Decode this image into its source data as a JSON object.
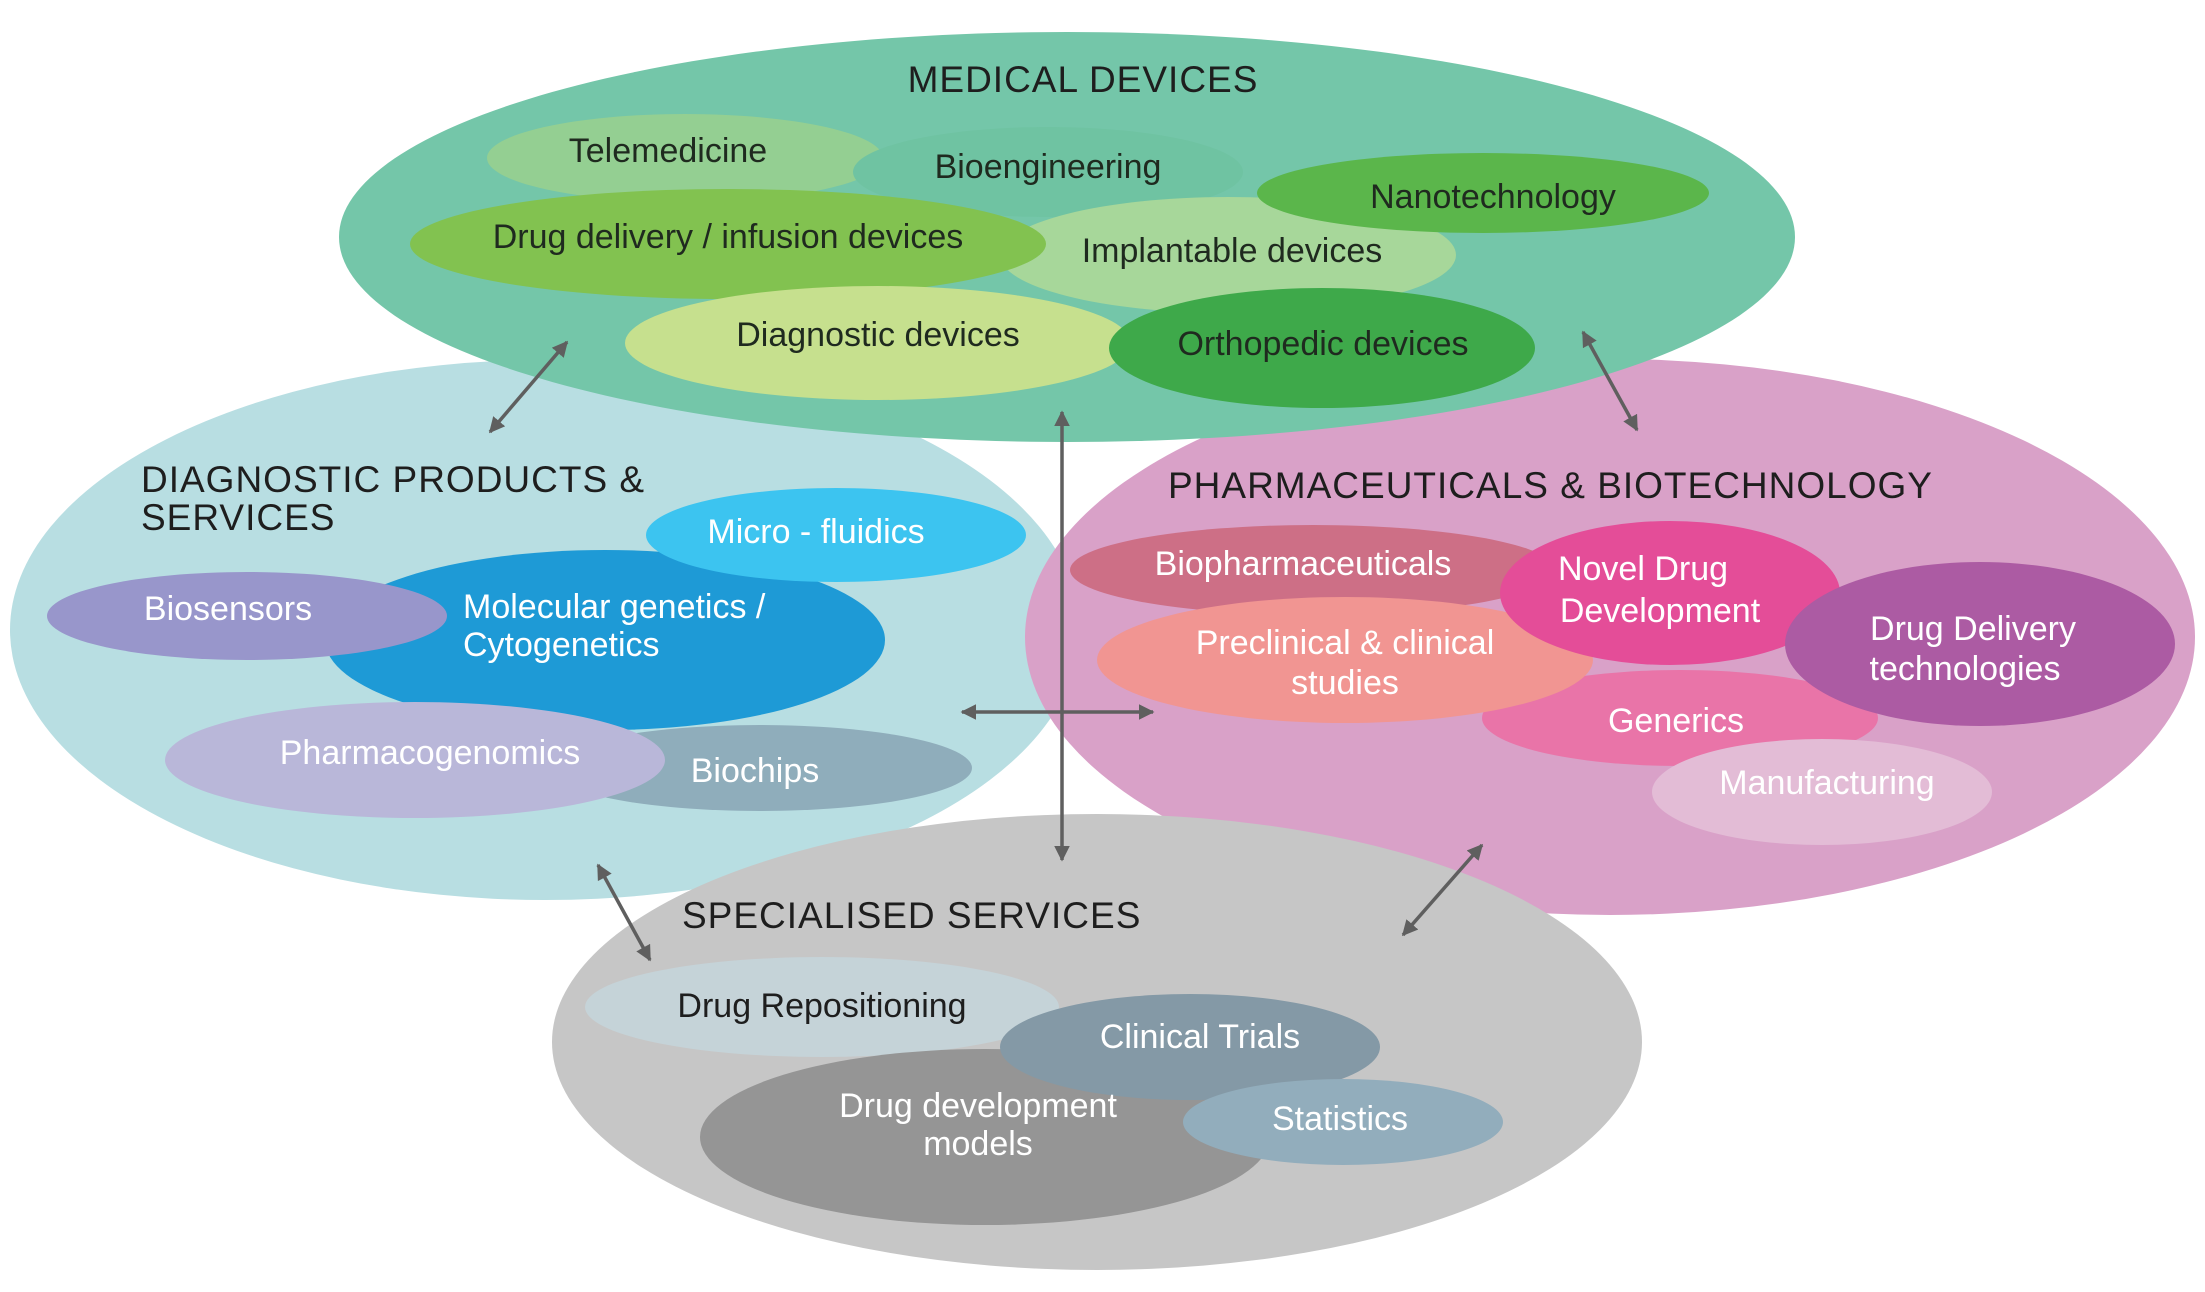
{
  "colors": {
    "arrow": "#5f5f5f"
  },
  "categories": {
    "medical": {
      "title": "MEDICAL DEVICES",
      "color": "#74c6a9",
      "items": [
        {
          "label": "Telemedicine",
          "color": "#94cf92",
          "text_color": "#1f2a1f"
        },
        {
          "label": "Bioengineering",
          "color": "#6fc3a2",
          "text_color": "#1f2a1f"
        },
        {
          "label": "Nanotechnology",
          "color": "#5bb64b",
          "text_color": "#1f2a1f"
        },
        {
          "label": "Drug delivery / infusion devices",
          "color": "#82c250",
          "text_color": "#1f2a1f"
        },
        {
          "label": "Implantable devices",
          "color": "#a7d79a",
          "text_color": "#1f2a1f"
        },
        {
          "label": "Diagnostic devices",
          "color": "#c6e08e",
          "text_color": "#1f2a1f"
        },
        {
          "label": "Orthopedic devices",
          "color": "#3ea94a",
          "text_color": "#1f2a1f"
        }
      ]
    },
    "diagnostic": {
      "title_lines": [
        "DIAGNOSTIC PRODUCTS &",
        "SERVICES"
      ],
      "color": "#b8dee2",
      "items": [
        {
          "label": "Micro - fluidics",
          "color": "#3cc4f0",
          "text_color": "#ffffff"
        },
        {
          "label": "Biosensors",
          "color": "#9896cb",
          "text_color": "#ffffff"
        },
        {
          "label_lines": [
            "Molecular genetics  /",
            "Cytogenetics"
          ],
          "color": "#1e9ad6",
          "text_color": "#ffffff"
        },
        {
          "label": "Biochips",
          "color": "#8fadbb",
          "text_color": "#ffffff"
        },
        {
          "label": "Pharmacogenomics",
          "color": "#b9b7d9",
          "text_color": "#ffffff"
        }
      ]
    },
    "pharma": {
      "title": "PHARMACEUTICALS & BIOTECHNOLOGY",
      "color": "#d9a1c8",
      "items": [
        {
          "label": "Biopharmaceuticals",
          "color": "#cd6f86",
          "text_color": "#ffffff"
        },
        {
          "label_lines": [
            "Novel Drug",
            "Development"
          ],
          "color": "#e44d98",
          "text_color": "#ffffff"
        },
        {
          "label_lines": [
            "Drug Delivery",
            "technologies"
          ],
          "color": "#ac5ba3",
          "text_color": "#ffffff"
        },
        {
          "label_lines": [
            "Preclinical  & clinical",
            "studies"
          ],
          "color": "#f19592",
          "text_color": "#ffffff"
        },
        {
          "label": "Generics",
          "color": "#e974a8",
          "text_color": "#ffffff"
        },
        {
          "label": "Manufacturing",
          "color": "#e3bcd6",
          "text_color": "#ffffff"
        }
      ]
    },
    "specialised": {
      "title": "SPECIALISED SERVICES",
      "color": "#c6c6c6",
      "items": [
        {
          "label": "Drug Repositioning",
          "color": "#c5d3d8",
          "text_color": "#1e1e1e"
        },
        {
          "label_lines": [
            "Drug development",
            "models"
          ],
          "color": "#959595",
          "text_color": "#ffffff"
        },
        {
          "label": "Clinical Trials",
          "color": "#8499a6",
          "text_color": "#ffffff"
        },
        {
          "label": "Statistics",
          "color": "#92adbc",
          "text_color": "#ffffff"
        }
      ]
    }
  }
}
